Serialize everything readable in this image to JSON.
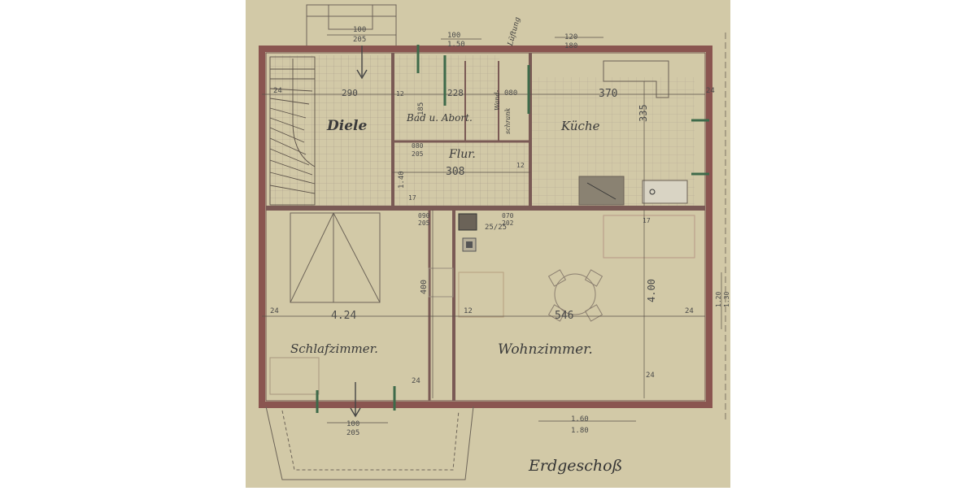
{
  "plan": {
    "title": "Erdgeschoß",
    "rooms": {
      "diele": "Diele",
      "bad": "Bad u. Abort.",
      "wandschrank_1": "Wand-",
      "wandschrank_2": "schrank",
      "kueche": "Küche",
      "flur": "Flur.",
      "schlafzimmer": "Schlafzimmer.",
      "wohnzimmer": "Wohnzimmer."
    },
    "labels": {
      "lueftung": "Lüftung"
    },
    "dimensions": {
      "top_window_num": "100",
      "top_window_den": "205",
      "top_bad_num": "100",
      "top_bad_den": "1.50",
      "top_kueche_num": "120",
      "top_kueche_den": "180",
      "diele_w": "290",
      "bad_w": "228",
      "wand_w": "080",
      "kueche_w": "370",
      "kueche_h": "335",
      "bad_h": "185",
      "flur_w": "308",
      "flur_door_num": "080",
      "flur_door_den": "205",
      "flur_h": "1.40",
      "mid_door_num": "090",
      "mid_door_den": "205",
      "wohn_door_num": "070",
      "wohn_door_den": "202",
      "chimney": "25/25",
      "schlaf_w": "4.24",
      "wohn_w": "546",
      "schlaf_h": "400",
      "wohn_h": "4.00",
      "side_left": "24",
      "side_right": "24",
      "inner_12": "12",
      "inner_12b": "12",
      "inner_12c": "12",
      "inner_17": "17",
      "inner_17b": "17",
      "bottom_24": "24",
      "bottom_24b": "24",
      "bottom_door_num": "100",
      "bottom_door_den": "205",
      "bottom_win_num": "1.60",
      "bottom_win_den": "1.80",
      "right_win_num": "1.20",
      "right_win_den": "1.30",
      "wall_24_tr": "24",
      "wall_24_tl": "24"
    }
  }
}
